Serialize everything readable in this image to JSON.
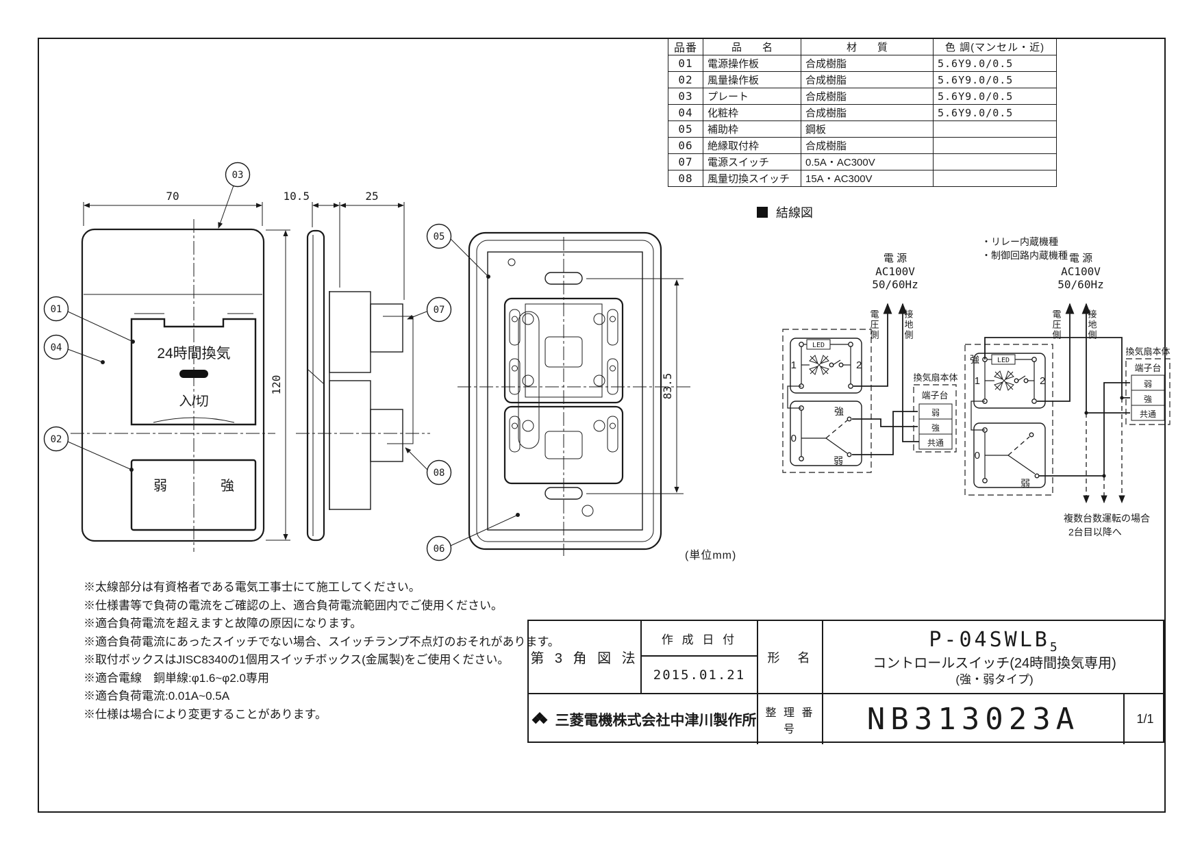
{
  "parts_table": {
    "headers": [
      "品番",
      "品　　名",
      "材　　質",
      "色 調(マンセル・近)"
    ],
    "rows": [
      {
        "no": "01",
        "name": "電源操作板",
        "material": "合成樹脂",
        "color": "5.6Y9.0/0.5"
      },
      {
        "no": "02",
        "name": "風量操作板",
        "material": "合成樹脂",
        "color": "5.6Y9.0/0.5"
      },
      {
        "no": "03",
        "name": "プレート",
        "material": "合成樹脂",
        "color": "5.6Y9.0/0.5"
      },
      {
        "no": "04",
        "name": "化粧枠",
        "material": "合成樹脂",
        "color": "5.6Y9.0/0.5"
      },
      {
        "no": "05",
        "name": "補助枠",
        "material": "鋼板",
        "color": ""
      },
      {
        "no": "06",
        "name": "絶縁取付枠",
        "material": "合成樹脂",
        "color": ""
      },
      {
        "no": "07",
        "name": "電源スイッチ",
        "material": "0.5A・AC300V",
        "color": ""
      },
      {
        "no": "08",
        "name": "風量切換スイッチ",
        "material": "15A・AC300V",
        "color": ""
      }
    ]
  },
  "wiring_section": {
    "label": "結線図"
  },
  "views": {
    "front": {
      "panel_text": "24時間換気",
      "onoff": "入/切",
      "weak": "弱",
      "strong": "強"
    },
    "dim_width": "70",
    "dim_height": "120",
    "dim_front": "10.5",
    "dim_back": "25",
    "dim_pitch": "83.5",
    "unit_note": "(単位mm)"
  },
  "balloons": {
    "b01": "01",
    "b02": "02",
    "b03": "03",
    "b04": "04",
    "b05": "05",
    "b06": "06",
    "b07": "07",
    "b08": "08"
  },
  "wiring_left": {
    "power": "電 源",
    "voltage": "AC100V",
    "freq": "50/60Hz",
    "hot": "電圧側",
    "gnd": "接地側",
    "t1": "1",
    "t2": "2",
    "t0": "0",
    "led": "LED",
    "strong": "強",
    "weak": "弱",
    "fan": "換気扇本体",
    "terminal": "端子台",
    "cell_weak": "弱",
    "cell_strong": "強",
    "cell_common": "共通"
  },
  "wiring_right": {
    "note1": "・リレー内蔵機種",
    "note2": "・制御回路内蔵機種",
    "power": "電 源",
    "voltage": "AC100V",
    "freq": "50/60Hz",
    "hot": "電圧側",
    "gnd": "接地側",
    "t1": "1",
    "t2": "2",
    "t0": "0",
    "led": "LED",
    "strong": "強",
    "weak": "弱",
    "fan": "換気扇本体",
    "terminal": "端子台",
    "cell_weak": "弱",
    "cell_strong": "強",
    "cell_common": "共通",
    "multi1": "複数台数運転の場合",
    "multi2": "2台目以降へ"
  },
  "notes": [
    "※太線部分は有資格者である電気工事士にて施工してください。",
    "※仕様書等で負荷の電流をご確認の上、適合負荷電流範囲内でご使用ください。",
    "※適合負荷電流を超えますと故障の原因になります。",
    "※適合負荷電流にあったスイッチでない場合、スイッチランプ不点灯のおそれがあります。",
    "※取付ボックスはJISC8340の1個用スイッチボックス(金属製)をご使用ください。",
    "※適合電線　銅単線:φ1.6~φ2.0専用",
    "※適合負荷電流:0.01A~0.5A",
    "※仕様は場合により変更することがあります。"
  ],
  "title_block": {
    "projection": "第 3 角 図 法",
    "date_label": "作 成 日 付",
    "date": "2015.01.21",
    "model_label": "形　名",
    "model": "P-04SWLB",
    "model_sub": "5",
    "model_desc1": "コントロールスイッチ(24時間換気専用)",
    "model_desc2": "(強・弱タイプ)",
    "company": "三菱電機株式会社中津川製作所",
    "number_label": "整 理 番 号",
    "number": "NB313023A",
    "sheet": "1/1"
  }
}
